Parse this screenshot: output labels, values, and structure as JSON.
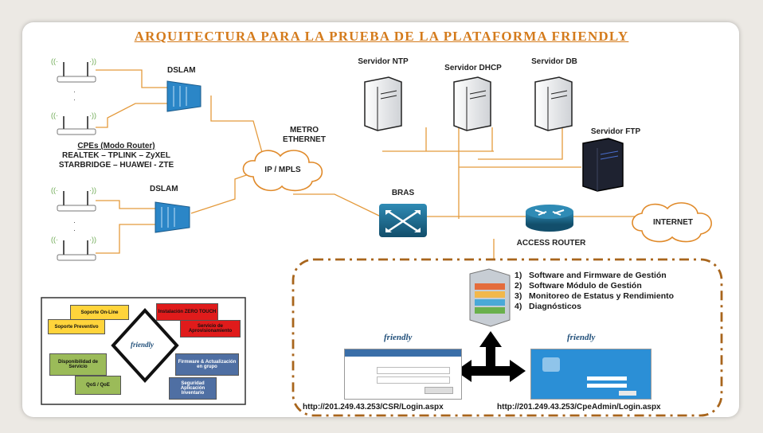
{
  "title": "ARQUITECTURA PARA LA PRUEBA DE LA PLATAFORMA FRIENDLY",
  "labels": {
    "dslam_top": "DSLAM",
    "dslam_bottom": "DSLAM",
    "cpe_title": "CPEs (Modo Router)",
    "cpe_line2": "REALTEK – TPLINK – ZyXEL",
    "cpe_line3": "STARBRIDGE – HUAWEI - ZTE",
    "metro": "METRO",
    "ethernet": "ETHERNET",
    "ip_mpls": "IP / MPLS",
    "bras": "BRAS",
    "access_router": "ACCESS ROUTER",
    "internet": "INTERNET",
    "srv_ntp": "Servidor NTP",
    "srv_dhcp": "Servidor DHCP",
    "srv_db": "Servidor DB",
    "srv_ftp": "Servidor FTP"
  },
  "features": [
    {
      "num": "1)",
      "text": "Software and Firmware de Gestión"
    },
    {
      "num": "2)",
      "text": "Software Módulo de Gestión"
    },
    {
      "num": "3)",
      "text": "Monitoreo de Estatus y Rendimiento"
    },
    {
      "num": "4)",
      "text": "Diagnósticos"
    }
  ],
  "urls": {
    "csr": "http://201.249.43.253/CSR/Login.aspx",
    "cpeadmin": "http://201.249.43.253/CpeAdmin/Login.aspx"
  },
  "logo": {
    "text": "friendly"
  },
  "services": {
    "soporte_online": "Soporte On-Line",
    "soporte_preventivo": "Soporte Preventivo",
    "instalacion": "Instalación ZERO TOUCH",
    "servicio_aprov": "Servicio de Aprovisionamiento",
    "disponibilidad": "Disponibilidad de Servicio",
    "qos": "QoS / QoE",
    "firmware": "Firmware & Actualización en grupo",
    "seguridad": "Seguridad Aplicación Inventario"
  },
  "colors": {
    "line": "#e49a3c",
    "title": "#d47b1c",
    "dash": "#a8651c",
    "router_blue": "#1d6a8e"
  }
}
